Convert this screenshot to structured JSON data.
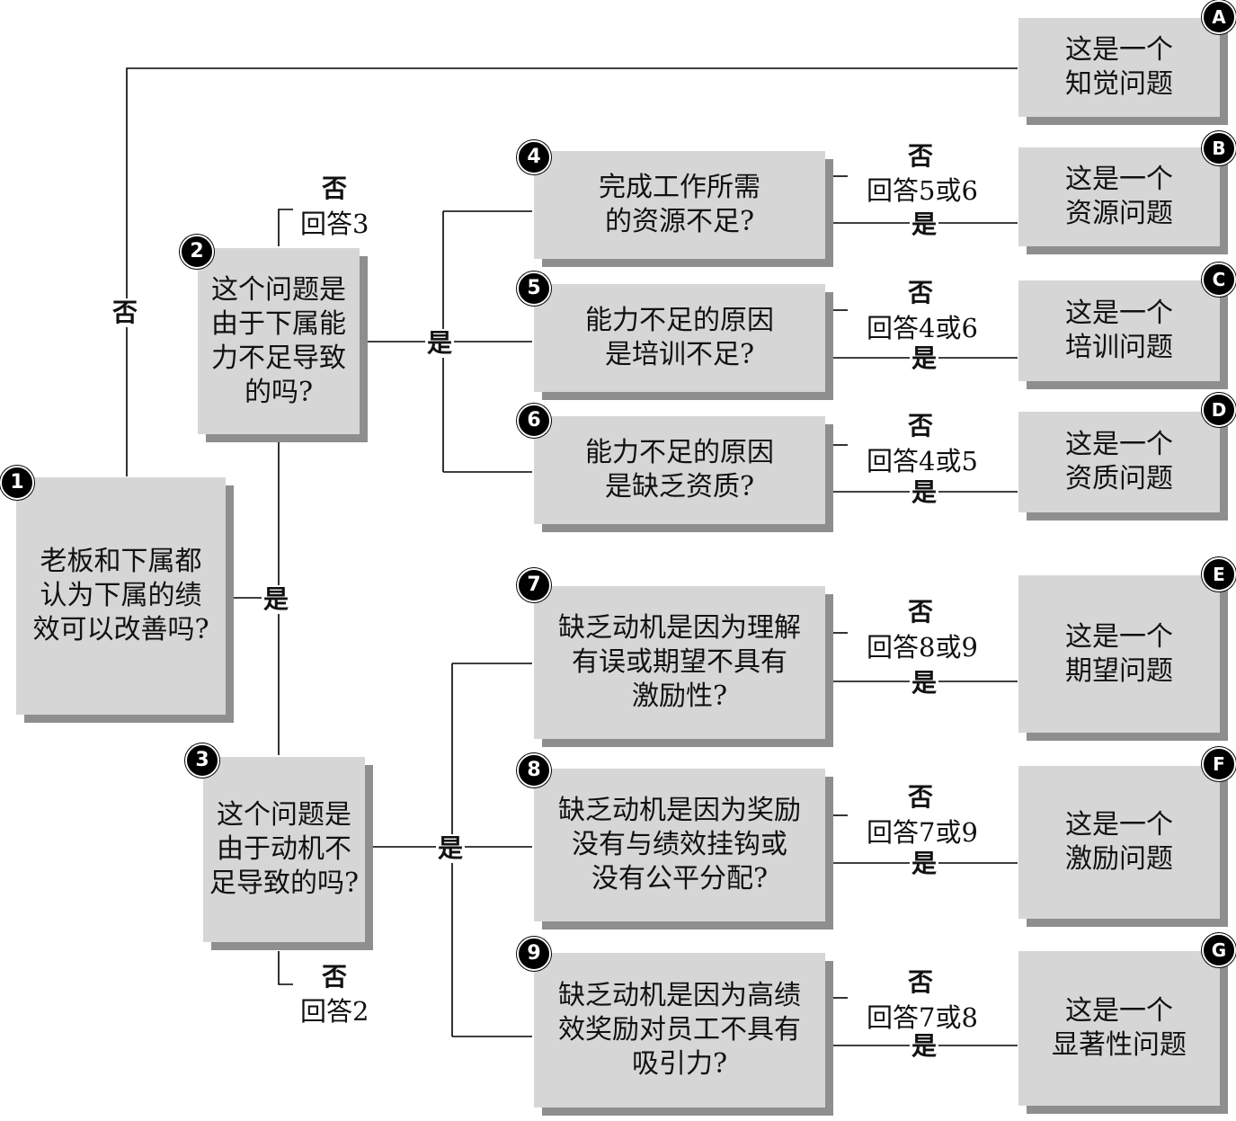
{
  "questions": {
    "q1": {
      "num": "1",
      "text": "老板和下属都\n认为下属的绩\n效可以改善吗?"
    },
    "q2": {
      "num": "2",
      "text": "这个问题是\n由于下属能\n力不足导致\n的吗?",
      "no_label": "否",
      "no_hint": "回答3"
    },
    "q3": {
      "num": "3",
      "text": "这个问题是\n由于动机不\n足导致的吗?",
      "no_label": "否",
      "no_hint": "回答2"
    },
    "q4": {
      "num": "4",
      "text": "完成工作所需\n的资源不足?",
      "no_label": "否",
      "no_hint": "回答5或6",
      "yes_label": "是"
    },
    "q5": {
      "num": "5",
      "text": "能力不足的原因\n是培训不足?",
      "no_label": "否",
      "no_hint": "回答4或6",
      "yes_label": "是"
    },
    "q6": {
      "num": "6",
      "text": "能力不足的原因\n是缺乏资质?",
      "no_label": "否",
      "no_hint": "回答4或5",
      "yes_label": "是"
    },
    "q7": {
      "num": "7",
      "text": "缺乏动机是因为理解\n有误或期望不具有\n激励性?",
      "no_label": "否",
      "no_hint": "回答8或9",
      "yes_label": "是"
    },
    "q8": {
      "num": "8",
      "text": "缺乏动机是因为奖励\n没有与绩效挂钩或\n没有公平分配?",
      "no_label": "否",
      "no_hint": "回答7或9",
      "yes_label": "是"
    },
    "q9": {
      "num": "9",
      "text": "缺乏动机是因为高绩\n效奖励对员工不具有\n吸引力?",
      "no_label": "否",
      "no_hint": "回答7或8",
      "yes_label": "是"
    }
  },
  "outcomes": {
    "A": {
      "letter": "A",
      "text": "这是一个\n知觉问题"
    },
    "B": {
      "letter": "B",
      "text": "这是一个\n资源问题"
    },
    "C": {
      "letter": "C",
      "text": "这是一个\n培训问题"
    },
    "D": {
      "letter": "D",
      "text": "这是一个\n资质问题"
    },
    "E": {
      "letter": "E",
      "text": "这是一个\n期望问题"
    },
    "F": {
      "letter": "F",
      "text": "这是一个\n激励问题"
    },
    "G": {
      "letter": "G",
      "text": "这是一个\n显著性问题"
    }
  },
  "connectors": {
    "q1_no": "否",
    "q1_yes": "是",
    "q2_yes": "是",
    "q3_yes": "是"
  }
}
